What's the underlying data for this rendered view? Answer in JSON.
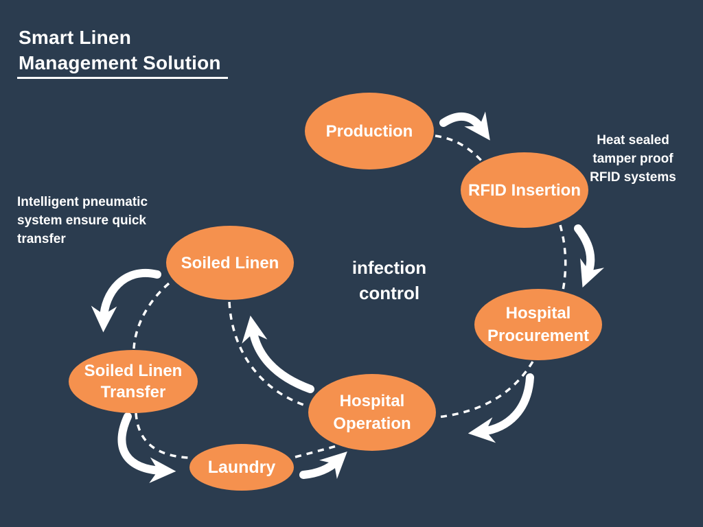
{
  "colors": {
    "background": "#2B3C4F",
    "node_fill": "#F5914E",
    "text": "#FFFFFF",
    "arrow": "#FFFFFF"
  },
  "title": {
    "text": "Smart Linen\nManagement Solution"
  },
  "center_label": {
    "text": "infection\ncontrol"
  },
  "notes": {
    "right": {
      "text": "Heat sealed\ntamper proof\nRFID systems"
    },
    "left": {
      "text": "Intelligent pneumatic\nsystem ensure quick\ntransfer"
    }
  },
  "nodes": [
    {
      "id": "production",
      "label": "Production"
    },
    {
      "id": "rfid-insertion",
      "label": "RFID Insertion"
    },
    {
      "id": "hospital-procurement",
      "label": "Hospital Procurement"
    },
    {
      "id": "hospital-operation",
      "label": "Hospital Operation"
    },
    {
      "id": "soiled-linen",
      "label": "Soiled Linen"
    },
    {
      "id": "soiled-linen-transfer",
      "label": "Soiled Linen Transfer"
    },
    {
      "id": "laundry",
      "label": "Laundry"
    }
  ],
  "flow": [
    {
      "from": "Production",
      "to": "RFID Insertion"
    },
    {
      "from": "RFID Insertion",
      "to": "Hospital Procurement"
    },
    {
      "from": "Hospital Procurement",
      "to": "Hospital Operation"
    },
    {
      "from": "Hospital Operation",
      "to": "Soiled Linen"
    },
    {
      "from": "Soiled Linen",
      "to": "Soiled Linen Transfer"
    },
    {
      "from": "Soiled Linen Transfer",
      "to": "Laundry"
    },
    {
      "from": "Laundry",
      "to": "Hospital Operation"
    }
  ]
}
